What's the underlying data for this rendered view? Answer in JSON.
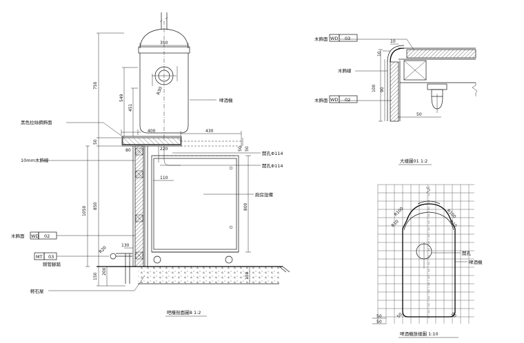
{
  "section_view": {
    "title": "吧檯剖面圖B  1:2",
    "labels": {
      "beer_machine": "啤酒機",
      "black_stainless": "黑色拉絲鋼飾面",
      "wood_trim_10mm": "10mm木飾線",
      "wood_face": "木飾面",
      "wood_code": "WD",
      "wood_num": "02",
      "mt_code": "MT",
      "mt_num": "03",
      "copper_pipe": "銅管腳踏",
      "gravel": "輕石屋",
      "hole_top": "開孔Φ114",
      "hole_bottom": "開孔Φ114",
      "kitchen_equipment": "廚房設備"
    },
    "dims": {
      "top_350": "350",
      "d750": "750",
      "d549": "549",
      "d451": "451",
      "d400": "400",
      "d430": "430",
      "d50a": "50",
      "d50b": "50",
      "d50c": "50",
      "d80": "80",
      "d220": "220",
      "d110": "110",
      "d800": "800",
      "d1050": "1050",
      "d850": "850",
      "d130": "130",
      "d150a": "150",
      "d200": "200",
      "d150b": "150",
      "r_small": "R20",
      "d_r": "R30"
    }
  },
  "detail_view": {
    "title": "大樣圖01  1:2",
    "labels": {
      "wood_face_top": "木飾面",
      "wd_top_code": "WD",
      "wd_top_num": "03",
      "wood_trim": "木飾線",
      "wood_face_bottom": "木飾面",
      "wd_bot_code": "WD",
      "wd_bot_num": "02"
    },
    "dims": {
      "d10a": "10",
      "d10b": "10",
      "d90": "90",
      "d100": "100",
      "d50": "50"
    }
  },
  "machine_view": {
    "title": "啤酒機放樣圖        1:10",
    "labels": {
      "hole": "開孔",
      "beer_machine": "啤酒機"
    },
    "dims": {
      "r1": "R100",
      "r2": "R100",
      "r3": "R10",
      "r4": "R10",
      "b1": "50",
      "b2": "50",
      "b3": "50",
      "b4": "50"
    }
  }
}
